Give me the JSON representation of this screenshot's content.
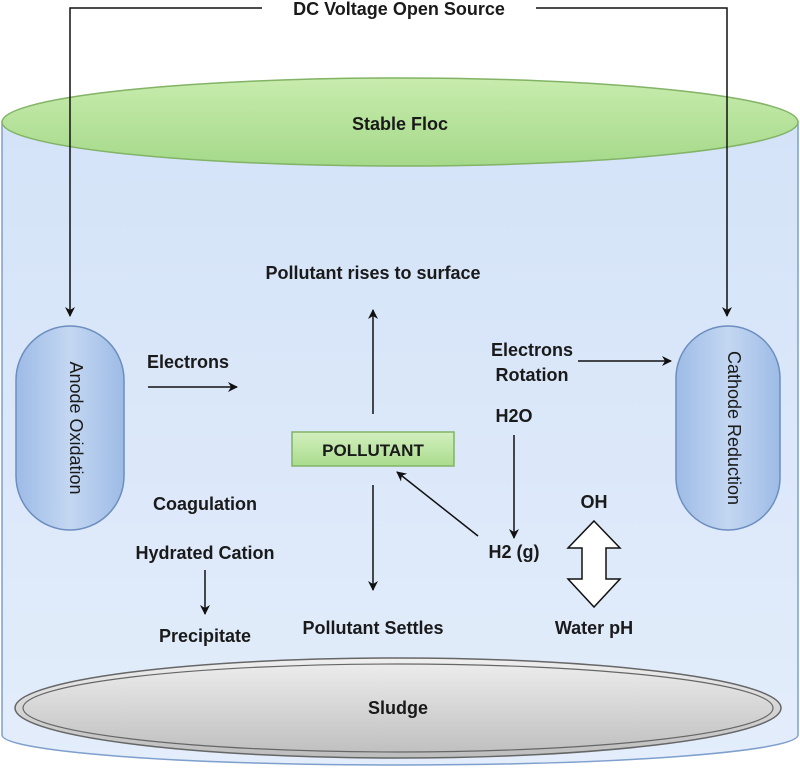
{
  "diagram": {
    "source": "DC Voltage Open Source",
    "top": "Stable Floc",
    "bottom": "Sludge",
    "anode": "Anode Oxidation",
    "cathode": "Cathode Reduction",
    "center": "POLLUTANT",
    "labels": {
      "rises": "Pollutant rises to surface",
      "electrons": "Electrons",
      "electrons_rotation_1": "Electrons",
      "electrons_rotation_2": "Rotation",
      "h2o": "H2O",
      "oh": "OH",
      "coagulation": "Coagulation",
      "hydrated_cation": "Hydrated Cation",
      "h2": "H2 (g)",
      "precipitate": "Precipitate",
      "settles": "Pollutant Settles",
      "water_ph": "Water pH"
    },
    "colors": {
      "tank_fill": "#dbe8fa",
      "tank_stroke": "#7f9fcc",
      "floc_fill": "#b7e49a",
      "floc_stroke": "#82b366",
      "sludge_fill": "#d6d6d6",
      "sludge_stroke": "#666666",
      "electrode_fill": "#a9c4eb",
      "electrode_stroke": "#6c8ebf",
      "pollutant_fill": "#bfe6a5",
      "pollutant_stroke": "#82b366"
    }
  }
}
